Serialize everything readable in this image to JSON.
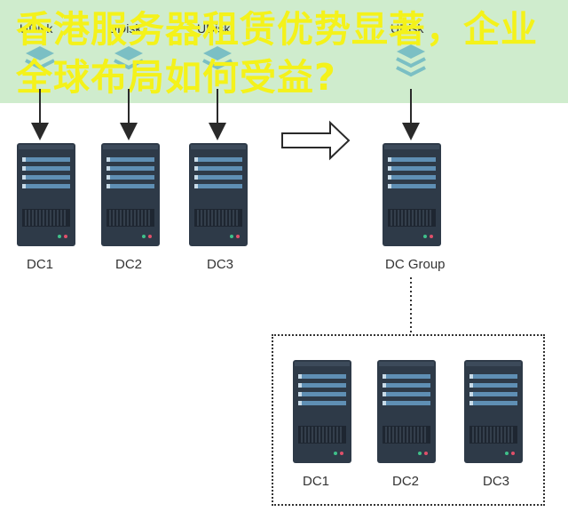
{
  "overlay": {
    "title": "香港服务器租赁优势显著，企业全球布局如何受益?"
  },
  "left_group": {
    "udisk_labels": [
      "UDisk",
      "UDisk",
      "UDisk"
    ],
    "servers": [
      {
        "label": "DC1"
      },
      {
        "label": "DC2"
      },
      {
        "label": "DC3"
      }
    ]
  },
  "right_group": {
    "udisk_label": "UDisk",
    "server_label": "DC Group",
    "members": [
      {
        "label": "DC1"
      },
      {
        "label": "DC2"
      },
      {
        "label": "DC3"
      }
    ]
  },
  "icons": {
    "disk": "stack-layers-icon",
    "server": "server-rack-icon",
    "transform": "hollow-right-arrow-icon"
  },
  "colors": {
    "banner": "#cfeccd",
    "title": "#f4f21a",
    "server_body": "#2e3a48",
    "server_slot": "#5f8fb4",
    "disk_layer": "#7bbfc4"
  }
}
